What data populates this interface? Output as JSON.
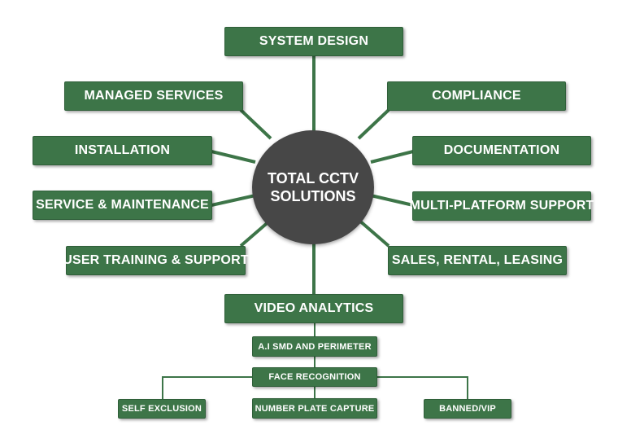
{
  "diagram": {
    "center": {
      "line1": "TOTAL CCTV",
      "line2": "SOLUTIONS"
    },
    "nodes": {
      "system_design": "SYSTEM DESIGN",
      "managed_services": "MANAGED SERVICES",
      "compliance": "COMPLIANCE",
      "installation": "INSTALLATION",
      "documentation": "DOCUMENTATION",
      "service_maintenance": "SERVICE & MAINTENANCE",
      "multi_platform": "MULTI-PLATFORM SUPPORT",
      "user_training": "USER TRAINING & SUPPORT",
      "sales_rental": "SALES, RENTAL, LEASING",
      "video_analytics": "VIDEO ANALYTICS"
    },
    "sub_nodes": {
      "ai_smd": "A.I SMD AND PERIMETER",
      "face_recognition": "FACE RECOGNITION",
      "self_exclusion": "SELF EXCLUSION",
      "number_plate": "NUMBER PLATE CAPTURE",
      "banned_vip": "BANNED/VIP"
    },
    "colors": {
      "box_fill": "#3d7548",
      "connector": "#3d7548",
      "center_fill": "#474747",
      "text": "#ffffff"
    }
  }
}
